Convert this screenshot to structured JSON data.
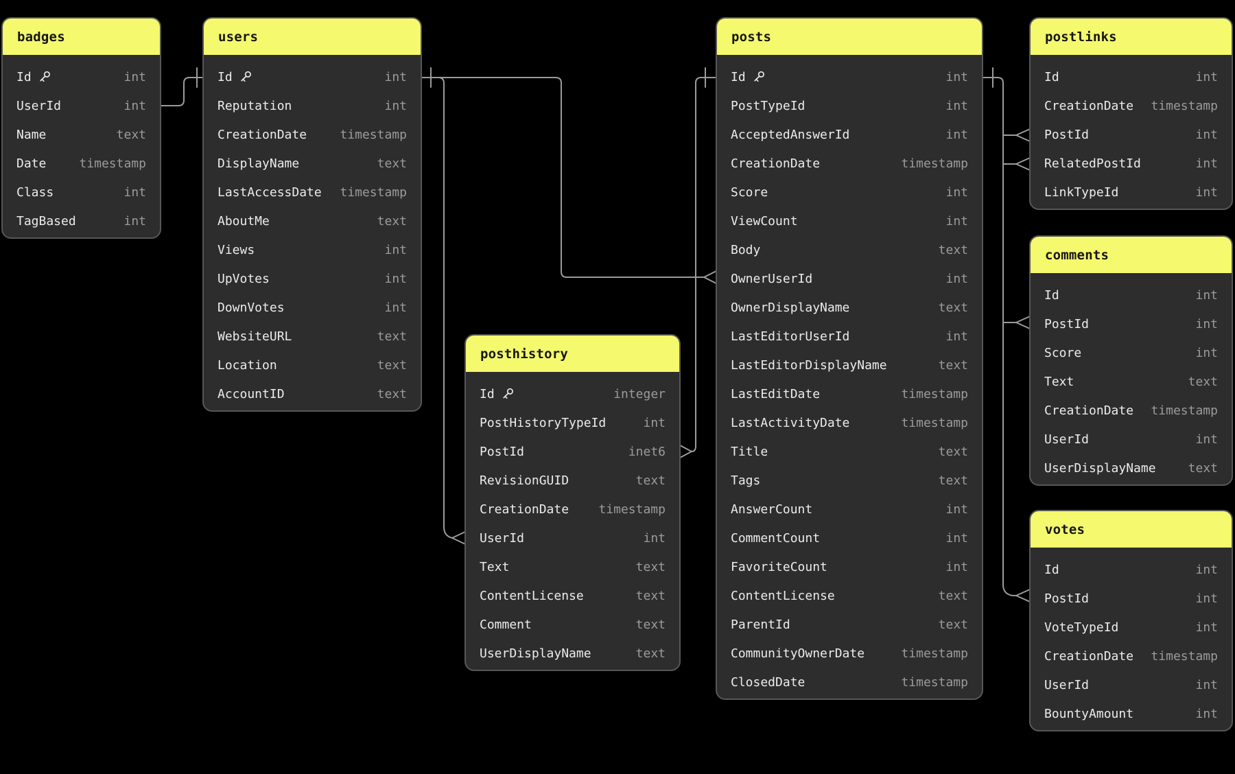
{
  "diagram": {
    "kind": "database-schema",
    "colors": {
      "background": "#000000",
      "table_header": "#f5f96d",
      "table_body": "#2d2d2d",
      "table_border": "#575757",
      "field_text": "#ececec",
      "type_text": "#9b9b9b",
      "relation_line": "#9c9c9c",
      "title_text": "#161616"
    },
    "tables": [
      {
        "name": "badges",
        "fields": [
          {
            "name": "Id",
            "type": "int",
            "key": true
          },
          {
            "name": "UserId",
            "type": "int",
            "key": false
          },
          {
            "name": "Name",
            "type": "text",
            "key": false
          },
          {
            "name": "Date",
            "type": "timestamp",
            "key": false
          },
          {
            "name": "Class",
            "type": "int",
            "key": false
          },
          {
            "name": "TagBased",
            "type": "int",
            "key": false
          }
        ]
      },
      {
        "name": "users",
        "fields": [
          {
            "name": "Id",
            "type": "int",
            "key": true
          },
          {
            "name": "Reputation",
            "type": "int",
            "key": false
          },
          {
            "name": "CreationDate",
            "type": "timestamp",
            "key": false
          },
          {
            "name": "DisplayName",
            "type": "text",
            "key": false
          },
          {
            "name": "LastAccessDate",
            "type": "timestamp",
            "key": false
          },
          {
            "name": "AboutMe",
            "type": "text",
            "key": false
          },
          {
            "name": "Views",
            "type": "int",
            "key": false
          },
          {
            "name": "UpVotes",
            "type": "int",
            "key": false
          },
          {
            "name": "DownVotes",
            "type": "int",
            "key": false
          },
          {
            "name": "WebsiteURL",
            "type": "text",
            "key": false
          },
          {
            "name": "Location",
            "type": "text",
            "key": false
          },
          {
            "name": "AccountID",
            "type": "text",
            "key": false
          }
        ]
      },
      {
        "name": "posthistory",
        "fields": [
          {
            "name": "Id",
            "type": "integer",
            "key": true
          },
          {
            "name": "PostHistoryTypeId",
            "type": "int",
            "key": false
          },
          {
            "name": "PostId",
            "type": "inet6",
            "key": false
          },
          {
            "name": "RevisionGUID",
            "type": "text",
            "key": false
          },
          {
            "name": "CreationDate",
            "type": "timestamp",
            "key": false
          },
          {
            "name": "UserId",
            "type": "int",
            "key": false
          },
          {
            "name": "Text",
            "type": "text",
            "key": false
          },
          {
            "name": "ContentLicense",
            "type": "text",
            "key": false
          },
          {
            "name": "Comment",
            "type": "text",
            "key": false
          },
          {
            "name": "UserDisplayName",
            "type": "text",
            "key": false
          }
        ]
      },
      {
        "name": "posts",
        "fields": [
          {
            "name": "Id",
            "type": "int",
            "key": true
          },
          {
            "name": "PostTypeId",
            "type": "int",
            "key": false
          },
          {
            "name": "AcceptedAnswerId",
            "type": "int",
            "key": false
          },
          {
            "name": "CreationDate",
            "type": "timestamp",
            "key": false
          },
          {
            "name": "Score",
            "type": "int",
            "key": false
          },
          {
            "name": "ViewCount",
            "type": "int",
            "key": false
          },
          {
            "name": "Body",
            "type": "text",
            "key": false
          },
          {
            "name": "OwnerUserId",
            "type": "int",
            "key": false
          },
          {
            "name": "OwnerDisplayName",
            "type": "text",
            "key": false
          },
          {
            "name": "LastEditorUserId",
            "type": "int",
            "key": false
          },
          {
            "name": "LastEditorDisplayName",
            "type": "text",
            "key": false
          },
          {
            "name": "LastEditDate",
            "type": "timestamp",
            "key": false
          },
          {
            "name": "LastActivityDate",
            "type": "timestamp",
            "key": false
          },
          {
            "name": "Title",
            "type": "text",
            "key": false
          },
          {
            "name": "Tags",
            "type": "text",
            "key": false
          },
          {
            "name": "AnswerCount",
            "type": "int",
            "key": false
          },
          {
            "name": "CommentCount",
            "type": "int",
            "key": false
          },
          {
            "name": "FavoriteCount",
            "type": "int",
            "key": false
          },
          {
            "name": "ContentLicense",
            "type": "text",
            "key": false
          },
          {
            "name": "ParentId",
            "type": "text",
            "key": false
          },
          {
            "name": "CommunityOwnerDate",
            "type": "timestamp",
            "key": false
          },
          {
            "name": "ClosedDate",
            "type": "timestamp",
            "key": false
          }
        ]
      },
      {
        "name": "postlinks",
        "fields": [
          {
            "name": "Id",
            "type": "int",
            "key": false
          },
          {
            "name": "CreationDate",
            "type": "timestamp",
            "key": false
          },
          {
            "name": "PostId",
            "type": "int",
            "key": false
          },
          {
            "name": "RelatedPostId",
            "type": "int",
            "key": false
          },
          {
            "name": "LinkTypeId",
            "type": "int",
            "key": false
          }
        ]
      },
      {
        "name": "comments",
        "fields": [
          {
            "name": "Id",
            "type": "int",
            "key": false
          },
          {
            "name": "PostId",
            "type": "int",
            "key": false
          },
          {
            "name": "Score",
            "type": "int",
            "key": false
          },
          {
            "name": "Text",
            "type": "text",
            "key": false
          },
          {
            "name": "CreationDate",
            "type": "timestamp",
            "key": false
          },
          {
            "name": "UserId",
            "type": "int",
            "key": false
          },
          {
            "name": "UserDisplayName",
            "type": "text",
            "key": false
          }
        ]
      },
      {
        "name": "votes",
        "fields": [
          {
            "name": "Id",
            "type": "int",
            "key": false
          },
          {
            "name": "PostId",
            "type": "int",
            "key": false
          },
          {
            "name": "VoteTypeId",
            "type": "int",
            "key": false
          },
          {
            "name": "CreationDate",
            "type": "timestamp",
            "key": false
          },
          {
            "name": "UserId",
            "type": "int",
            "key": false
          },
          {
            "name": "BountyAmount",
            "type": "int",
            "key": false
          }
        ]
      }
    ],
    "relations": [
      {
        "from": "badges.UserId",
        "to": "users.Id"
      },
      {
        "from": "posthistory.UserId",
        "to": "users.Id"
      },
      {
        "from": "posts.OwnerUserId",
        "to": "users.Id"
      },
      {
        "from": "posthistory.PostId",
        "to": "posts.Id"
      },
      {
        "from": "postlinks.PostId",
        "to": "posts.Id"
      },
      {
        "from": "postlinks.RelatedPostId",
        "to": "posts.Id"
      },
      {
        "from": "comments.PostId",
        "to": "posts.Id"
      },
      {
        "from": "votes.PostId",
        "to": "posts.Id"
      }
    ]
  }
}
